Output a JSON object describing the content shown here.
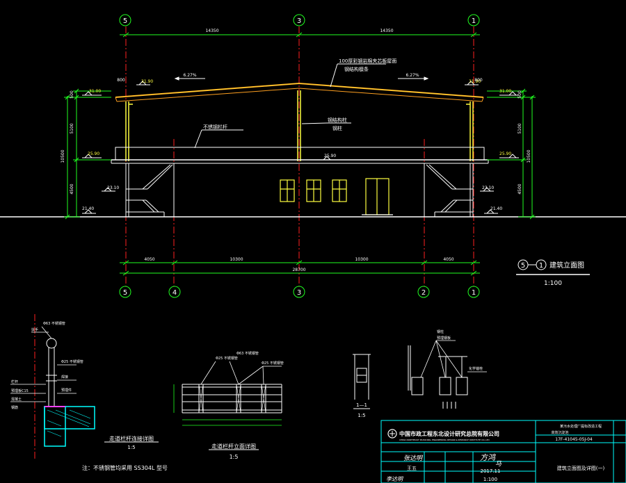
{
  "colors": {
    "background": "#000000",
    "grid_axis": "#ff2020",
    "dimension": "#20ff20",
    "structure": "#ffff40",
    "roof_edge": "#ffa020",
    "outline": "#ffffff",
    "detail": "#00ffff",
    "magenta": "#ff40ff"
  },
  "elevation": {
    "axis_top": [
      "5",
      "3",
      "1"
    ],
    "axis_bottom": [
      "5",
      "4",
      "3",
      "2",
      "1"
    ],
    "dim_top": [
      "14350",
      "14350"
    ],
    "dim_bottom": [
      "4050",
      "10300",
      "10300",
      "4050"
    ],
    "dim_total": "28700",
    "dim_left": [
      "500",
      "5100",
      "10500",
      "4500"
    ],
    "dim_right": [
      "500",
      "5100",
      "10500",
      "4500"
    ],
    "level_roof": "31.00",
    "level_roof_inner": "31.90",
    "level_eave": "25.90",
    "level_mid": "25.90",
    "level_side": "23.10",
    "level_ground": "21.40",
    "dim_overhang": "800",
    "slope_left": "6.27%",
    "slope_right": "6.27%",
    "note_roof": "100厚彩钢岩棉夹芯板屋面",
    "note_roof_sub": "钢结构檩条",
    "note_railing": "不锈钢栏杆",
    "note_column": "钢结构柱",
    "note_column_sub": "钢柱",
    "title_axis_start": "5",
    "title_axis_end": "1",
    "title": "建筑立面图",
    "scale": "1:100"
  },
  "details": {
    "d1_title": "走道栏杆连接详图",
    "d1_scale": "1:5",
    "d2_title": "走道栏杆立面详图",
    "d2_scale": "1:5",
    "d3_label": "1—1",
    "d3_scale": "1:5",
    "note": "注：不锈钢管均采用 SS304L  型号",
    "d1_labels": [
      "Φ63 不锈钢管",
      "扶手",
      "Φ25 不锈钢管",
      "焊接",
      "预埋件",
      "栏杆",
      "预埋板C15",
      "混凝土",
      "钢筋"
    ],
    "d2_labels": [
      "Φ25 不锈钢管",
      "Φ63 不锈钢管",
      "Φ25 不锈钢管"
    ],
    "d4_labels": [
      "钢柱",
      "预埋钢板",
      "化学锚栓"
    ]
  },
  "title_block": {
    "company": "中国市政工程东北设计研究总院有限公司",
    "company_en": "CHINA NORTHEAST MUNICIPAL ENGINEERING DESIGN & RESEARCH INSTITUTE CO.,LTD",
    "project": "某污水处理厂提标改造工程",
    "sub_project": "高效沉淀池",
    "drawing_no": "17F-41045-05J-04",
    "drawing_title": "建筑立面图及详图(一)",
    "date": "2017.11",
    "scale": "1:100",
    "sig1": "张达明",
    "sig2": "方鸿",
    "sig3": "王五",
    "sig4": "李达明",
    "sig5": "马"
  }
}
